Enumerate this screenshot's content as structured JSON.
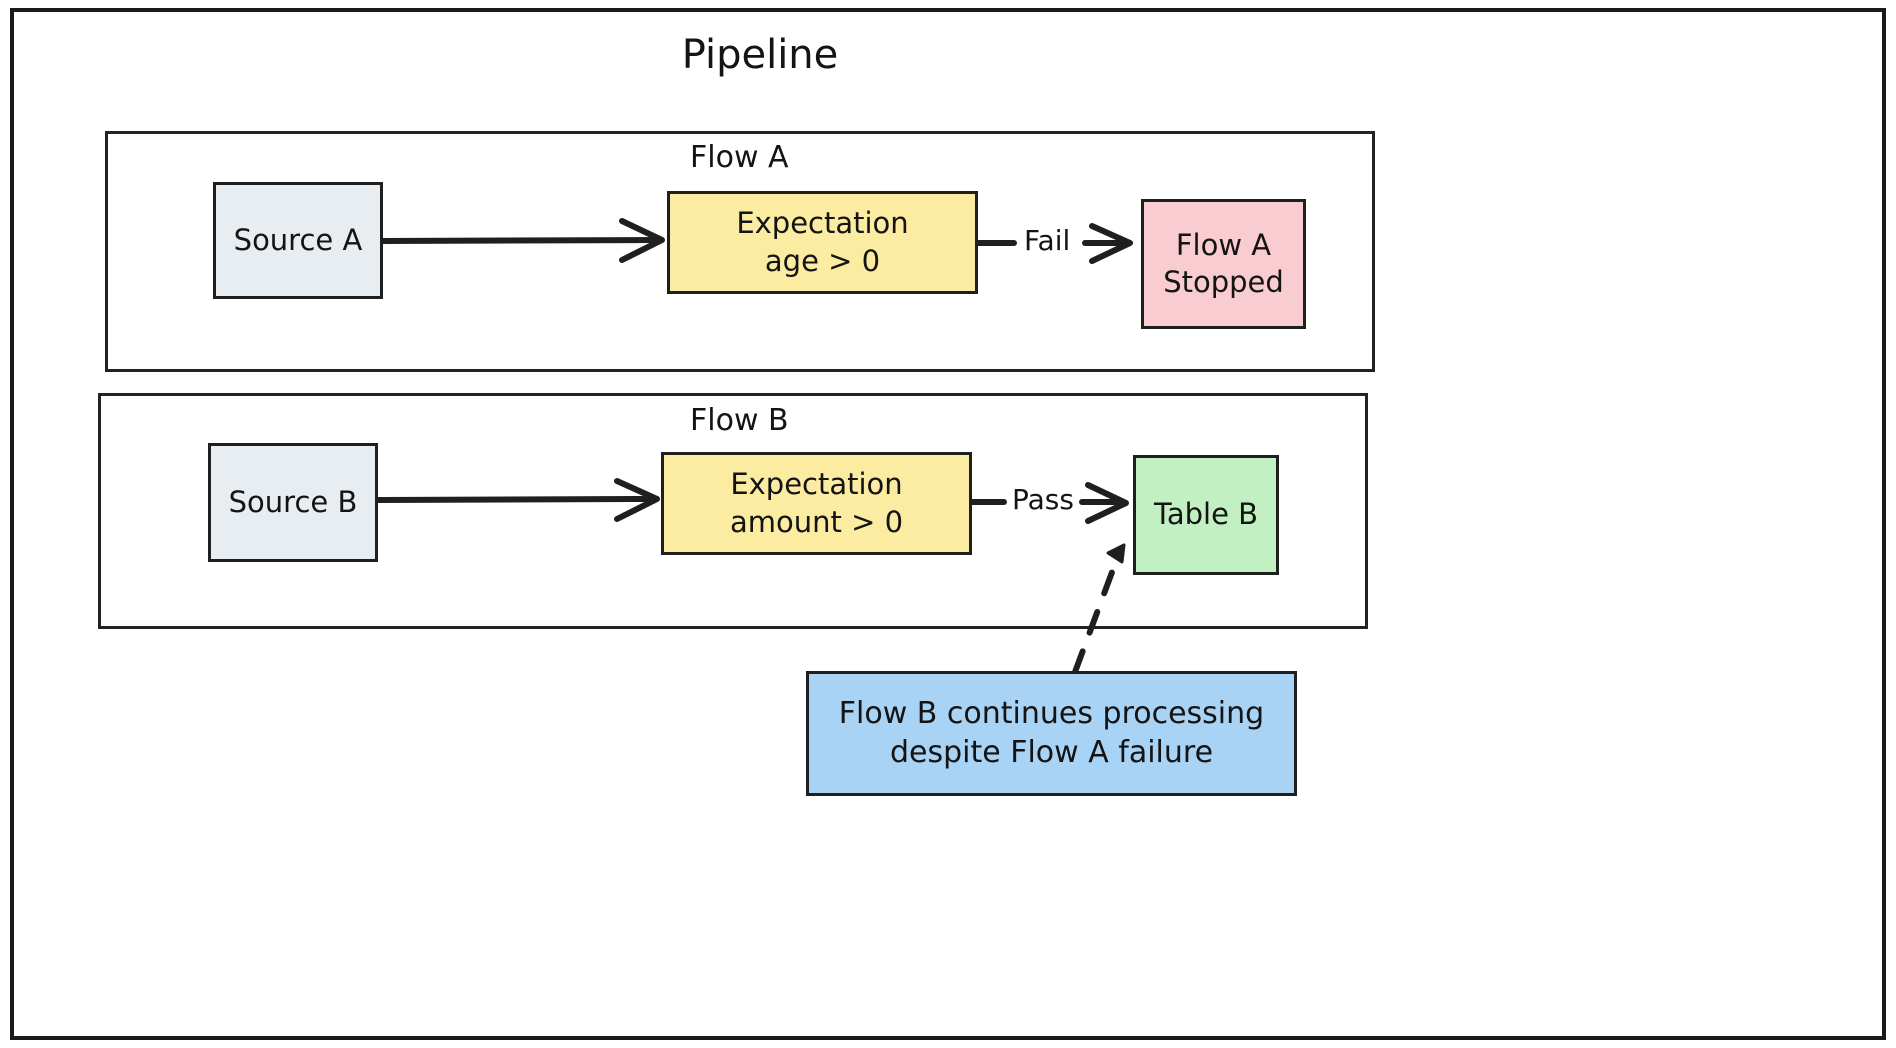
{
  "diagram": {
    "type": "flowchart",
    "title": "Pipeline",
    "frame_name": "pipeline-frame",
    "groups": [
      {
        "id": "flow-a",
        "label": "Flow A"
      },
      {
        "id": "flow-b",
        "label": "Flow B"
      }
    ],
    "nodes": [
      {
        "id": "source-a",
        "label": "Source A",
        "group": "flow-a",
        "shape": "rect",
        "fill": "#e8edf1",
        "stroke": "#1f1f1f"
      },
      {
        "id": "expectation-a",
        "label": "Expectation\nage > 0",
        "group": "flow-a",
        "shape": "rect",
        "fill": "#fbeca1",
        "stroke": "#1f1f1f"
      },
      {
        "id": "flow-a-stopped",
        "label": "Flow A\nStopped",
        "group": "flow-a",
        "shape": "rect",
        "fill": "#f8ccd0",
        "stroke": "#1f1f1f"
      },
      {
        "id": "source-b",
        "label": "Source B",
        "group": "flow-b",
        "shape": "rect",
        "fill": "#e8edf1",
        "stroke": "#1f1f1f"
      },
      {
        "id": "expectation-b",
        "label": "Expectation\namount > 0",
        "group": "flow-b",
        "shape": "rect",
        "fill": "#fbeca1",
        "stroke": "#1f1f1f"
      },
      {
        "id": "table-b",
        "label": "Table B",
        "group": "flow-b",
        "shape": "rect",
        "fill": "#c3f0c3",
        "stroke": "#1f1f1f"
      },
      {
        "id": "note",
        "label": "Flow B continues processing\ndespite Flow A failure",
        "group": null,
        "shape": "rect",
        "fill": "#a8d3f5",
        "stroke": "#1f1f1f"
      }
    ],
    "edges": [
      {
        "id": "e1",
        "from": "source-a",
        "to": "expectation-a",
        "label": "",
        "style": "solid"
      },
      {
        "id": "e2",
        "from": "expectation-a",
        "to": "flow-a-stopped",
        "label": "Fail",
        "style": "solid"
      },
      {
        "id": "e3",
        "from": "source-b",
        "to": "expectation-b",
        "label": "",
        "style": "solid"
      },
      {
        "id": "e4",
        "from": "expectation-b",
        "to": "table-b",
        "label": "Pass",
        "style": "solid"
      },
      {
        "id": "e5",
        "from": "note",
        "to": "table-b",
        "label": "",
        "style": "dashed"
      }
    ],
    "colors": {
      "background": "#ffffff",
      "stroke": "#1f1f1f",
      "text": "#141414",
      "source_fill": "#e8edf1",
      "expectation_fill": "#fbeca1",
      "failure_fill": "#f8ccd0",
      "success_fill": "#c3f0c3",
      "note_fill": "#a8d3f5"
    }
  }
}
